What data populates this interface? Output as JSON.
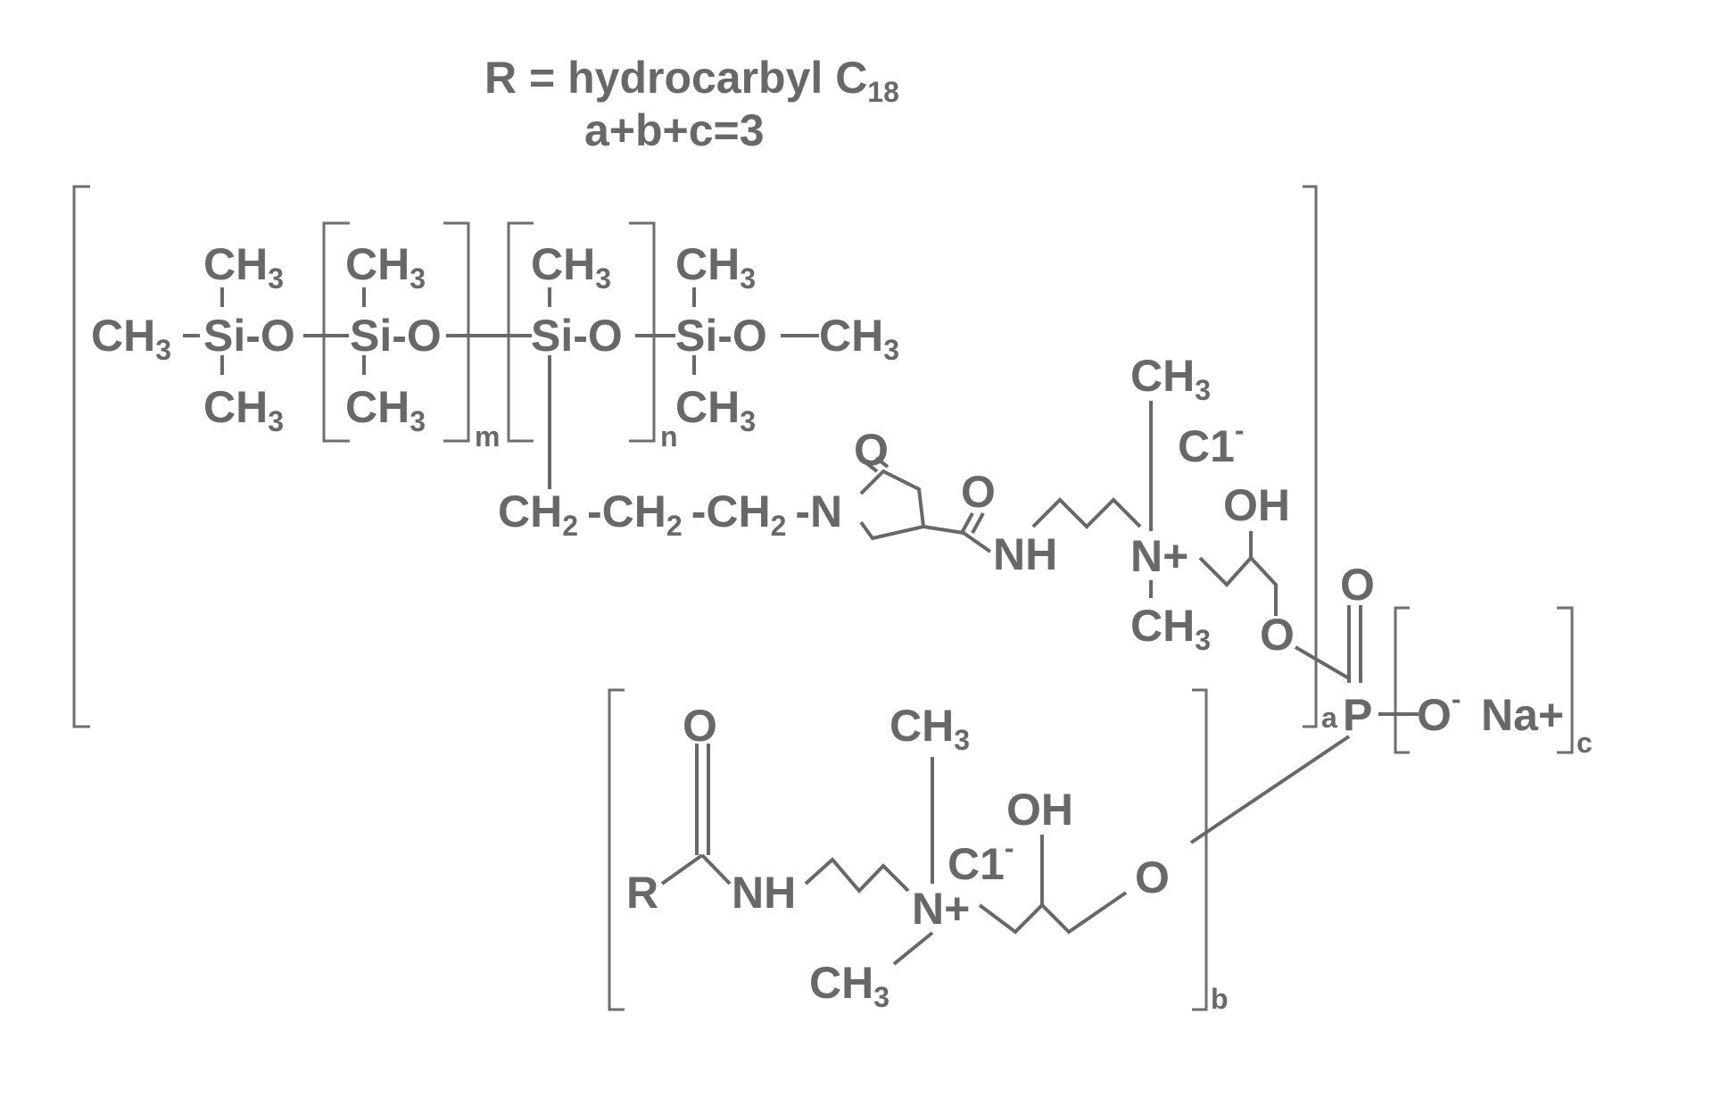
{
  "header": {
    "r_definition": "R = hydrocarbyl C",
    "r_subscript": "18",
    "sum_rule": "a+b+c=3"
  },
  "atoms": {
    "ch": "CH",
    "three": "3",
    "two": "2",
    "si": "Si",
    "o": "O",
    "dash_o": "-O",
    "si_dash_o": "Si-O",
    "dash_si_dash_o": "-Si-O",
    "n": "N",
    "dash_n": "-N",
    "dash_ch": "-CH",
    "nh": "NH",
    "n_plus": "N+",
    "oh": "OH",
    "p": "P",
    "o_minus": "O",
    "minus": "-",
    "na_plus": "Na+",
    "cl": "C1",
    "r": "R"
  },
  "indices": {
    "m": "m",
    "n": "n",
    "a": "a",
    "b": "b",
    "c": "c"
  },
  "colors": {
    "ink": "#686868",
    "bracket": "#6e6e6e",
    "background": "#ffffff"
  }
}
